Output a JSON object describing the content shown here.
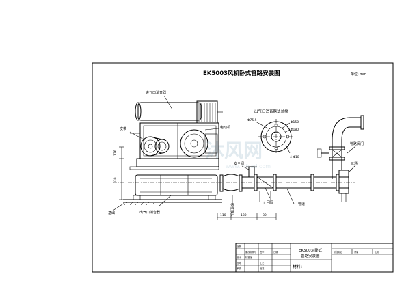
{
  "drawing": {
    "title": "EK5003风机卧式管路安装图",
    "unit": "单位: mm"
  },
  "labels": {
    "inlet_silencer": "进气口消音器",
    "belt_guard": "皮带",
    "motor": "电动机",
    "outlet_flange_title": "出气口消音器法兰盘",
    "safety_valve": "安全阀",
    "check_valve": "止回阀",
    "flex_joint": "软性接头",
    "pipe": "管道",
    "gate_valve": "管路阀门",
    "tee": "三通",
    "base_silencer": "出气口消音器",
    "foundation": "基础"
  },
  "flange": {
    "d1": "Φ75.5",
    "d2": "Φ150",
    "d3": "Φ180",
    "bolts": "4-Φ18"
  },
  "dims": {
    "d1": "110",
    "d2": "180",
    "d3": "80",
    "v1": "176",
    "v2": "330"
  },
  "title_block": {
    "name_line1": "EK5003(卧式)",
    "name_line2": "管路安装图",
    "material_label": "材料:",
    "cells_left": [
      "处数",
      "更改文件号",
      "签字",
      "日期",
      "设计",
      "标准化",
      "校对",
      "审核",
      "工艺",
      "批准"
    ],
    "cells_right": [
      "阶段标记",
      "重量",
      "比例"
    ]
  },
  "watermark": {
    "text": "沐风网",
    "url": "www.mfcad.com"
  }
}
